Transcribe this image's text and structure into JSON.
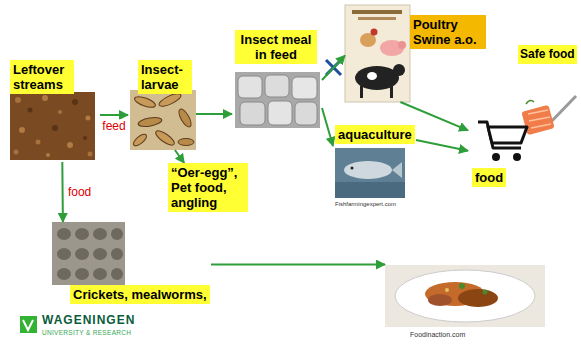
{
  "diagram": {
    "nodes": [
      {
        "text": [
          "Leftover streams"
        ]
      },
      {
        "text": [
          "Insect- larvae"
        ]
      },
      {
        "text": [
          "Insect meal in feed"
        ]
      },
      {
        "text": [
          "Poultry Swine a.o."
        ]
      },
      {
        "text": [
          "Safe food"
        ]
      },
      {
        "text": [
          "aquaculture",
          "Fishfarmingexpert.com"
        ]
      },
      {
        "text": [
          "food"
        ]
      },
      {
        "text": [
          "“Oer-egg”, Pet food, angling"
        ]
      },
      {
        "text": [
          "Crickets, mealworms,"
        ]
      },
      {
        "text": [
          "Foodinaction.com"
        ]
      }
    ],
    "edges": [
      {
        "from": 0,
        "to": 1,
        "label": "feed",
        "arrow": "to"
      },
      {
        "from": 1,
        "to": 2,
        "arrow": "to"
      },
      {
        "from": 1,
        "to": 7,
        "arrow": "to"
      },
      {
        "from": 2,
        "to": 3,
        "arrow": "to"
      },
      {
        "from": 2,
        "to": 5,
        "arrow": "to"
      },
      {
        "from": 3,
        "to": 6,
        "arrow": "to"
      },
      {
        "from": 5,
        "to": 6,
        "arrow": "to"
      },
      {
        "from": 0,
        "to": 8,
        "label": "food",
        "arrow": "to"
      },
      {
        "from": 8,
        "to": 9,
        "arrow": "to"
      }
    ],
    "labels": [
      "WAGENINGEN",
      "UNIVERSITY & RESEARCH"
    ]
  }
}
